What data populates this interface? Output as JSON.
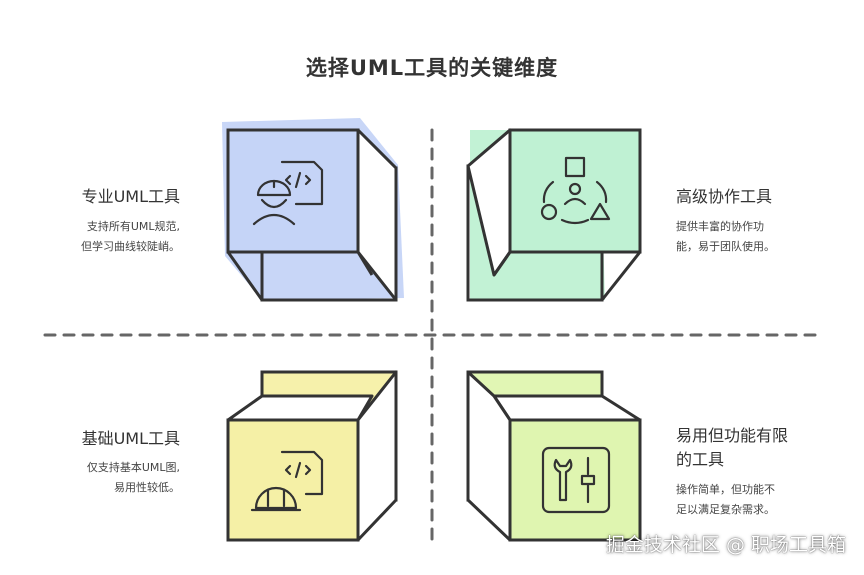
{
  "title": "选择UML工具的关键维度",
  "quadrants": {
    "top_left": {
      "heading": "专业UML工具",
      "desc_lines": [
        "支持所有UML规范,",
        "但学习曲线较陡峭。"
      ],
      "color": "#c5d4f7"
    },
    "top_right": {
      "heading": "高级协作工具",
      "desc_lines": [
        "提供丰富的协作功",
        "能，易于团队使用。"
      ],
      "color": "#bff1d3"
    },
    "bottom_left": {
      "heading": "基础UML工具",
      "desc_lines": [
        "仅支持基本UML图,",
        "易用性较低。"
      ],
      "color": "#f5f0a6"
    },
    "bottom_right": {
      "heading_lines": [
        "易用但功能有限",
        "的工具"
      ],
      "desc_lines": [
        "操作简单，但功能不",
        "足以满足复杂需求。"
      ],
      "color": "#dff5b0"
    }
  },
  "watermark": "掘金技术社区 @ 职场工具箱"
}
